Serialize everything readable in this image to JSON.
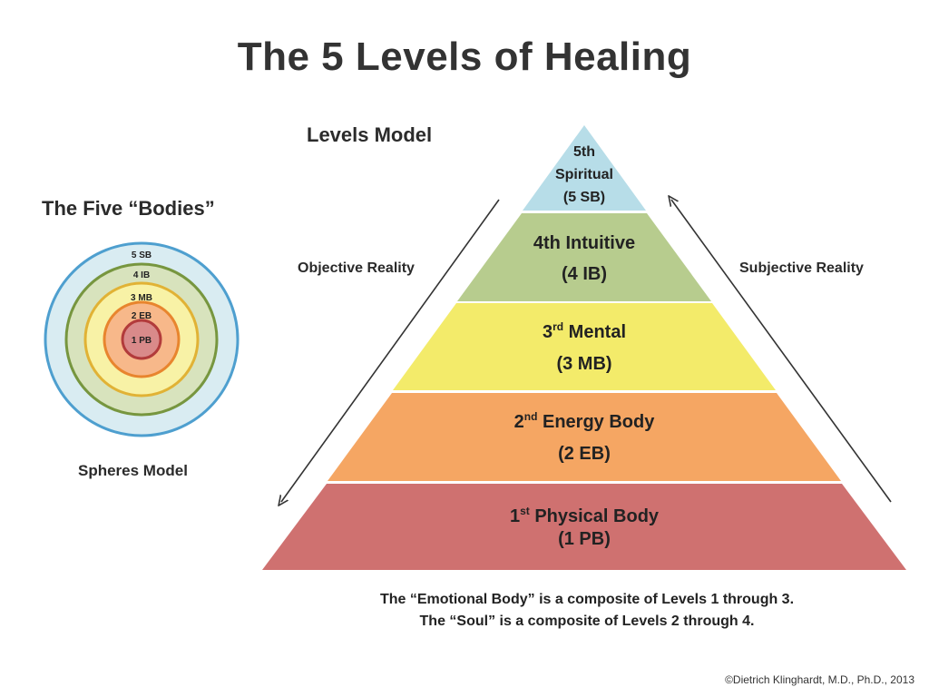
{
  "title": "The 5 Levels of Healing",
  "levels_model_label": "Levels Model",
  "bodies_title": "The Five “Bodies”",
  "spheres_model_label": "Spheres Model",
  "objective_label": "Objective Reality",
  "subjective_label": "Subjective Reality",
  "pyramid": [
    {
      "ordinal": "5th",
      "name": "Spiritual",
      "abbr": "(5 SB)",
      "color": "#b7dde8"
    },
    {
      "ordinal": "4th",
      "name": "Intuitive",
      "abbr": "(4 IB)",
      "color": "#b7cc8e"
    },
    {
      "ordinal": "3",
      "sup": "rd",
      "name": "Mental",
      "abbr": "(3 MB)",
      "color": "#f3eb6a"
    },
    {
      "ordinal": "2",
      "sup": "nd",
      "name": "Energy Body",
      "abbr": "(2 EB)",
      "color": "#f5a663"
    },
    {
      "ordinal": "1",
      "sup": "st",
      "name": "Physical Body",
      "abbr": "(1 PB)",
      "color": "#cf7170"
    }
  ],
  "spheres": [
    {
      "label": "5 SB",
      "fill": "#d9ecf2",
      "stroke": "#4e9fcf"
    },
    {
      "label": "4 IB",
      "fill": "#d8e3bd",
      "stroke": "#77963f"
    },
    {
      "label": "3 MB",
      "fill": "#f8f2a6",
      "stroke": "#e1b235"
    },
    {
      "label": "2 EB",
      "fill": "#f7b88a",
      "stroke": "#e8852e"
    },
    {
      "label": "1 PB",
      "fill": "#d98a8a",
      "stroke": "#b23b3b"
    }
  ],
  "notes": [
    "The “Emotional Body” is a composite of Levels 1 through 3.",
    "The “Soul” is a composite of Levels 2 through 4."
  ],
  "copyright": "©Dietrich Klinghardt, M.D., Ph.D., 2013"
}
